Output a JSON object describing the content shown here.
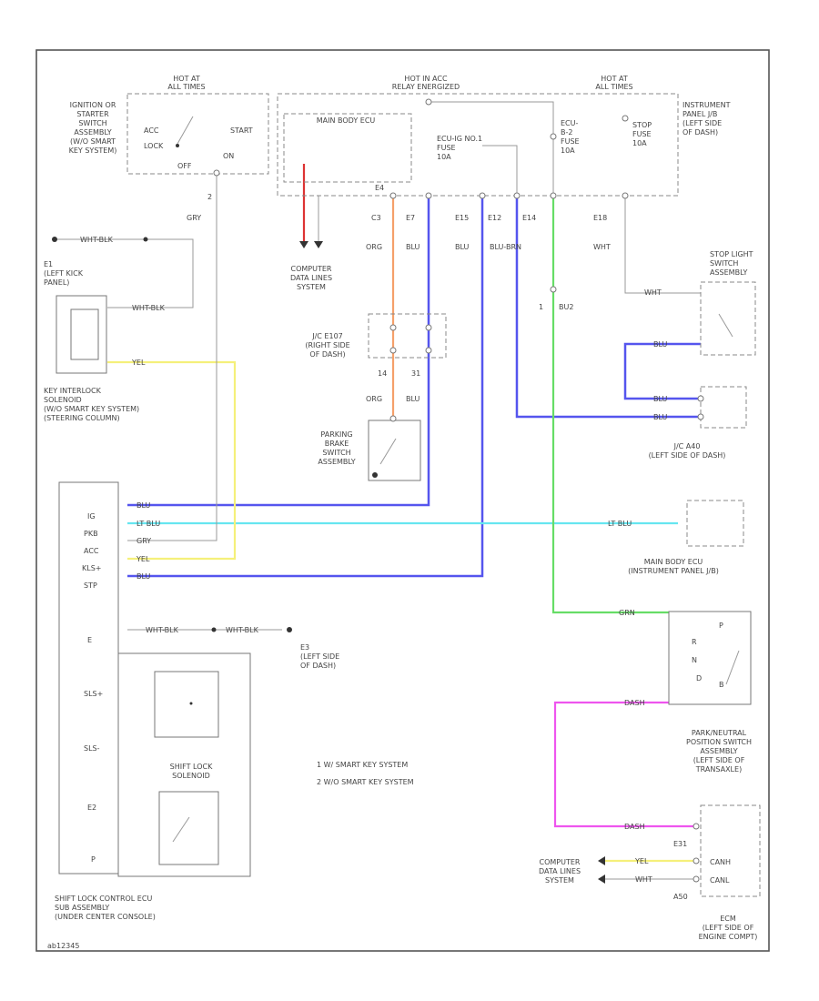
{
  "title_hot": {
    "left": [
      "HOT AT",
      "ALL TIMES"
    ],
    "mid": [
      "HOT IN ACC",
      "RELAY ENERGIZED"
    ],
    "right": [
      "HOT AT",
      "ALL TIMES"
    ]
  },
  "ignition": [
    "IGNITION OR",
    "STARTER",
    "SWITCH",
    "ASSEMBLY",
    "(W/O SMART",
    "KEY SYSTEM)"
  ],
  "ignition_pos": {
    "acc": "ACC",
    "lock": "LOCK",
    "start": "START",
    "on": "ON",
    "off": "OFF"
  },
  "main_body_ecu": "MAIN BODY ECU",
  "fuses": {
    "ecu_ig": [
      "ECU-IG NO.1",
      "FUSE",
      "10A"
    ],
    "ecu_b": [
      "ECU-",
      "B-2",
      "FUSE",
      "10A"
    ],
    "stop": [
      "STOP",
      "FUSE",
      "10A"
    ]
  },
  "instrument_panel": [
    "INSTRUMENT",
    "PANEL J/B",
    "(LEFT SIDE",
    "OF DASH)"
  ],
  "connectors": {
    "c3": "C3",
    "e7": "E7",
    "e15": "E15",
    "e12": "E12",
    "e14": "E14",
    "e18": "E18",
    "e4": "E4",
    "j14": "14",
    "j31": "31",
    "n1": "1",
    "n2": "2"
  },
  "wire_colors": {
    "gry": "GRY",
    "org": "ORG",
    "blu": "BLU",
    "blu_brn": "BLU-BRN",
    "wht": "WHT",
    "wht_blk": "WHT-BLK",
    "yel": "YEL",
    "lt_blu": "LT BLU",
    "grn": "GRN",
    "grn_blk": "GRN",
    "bu2": "BU2",
    "dash_pink": "DASH"
  },
  "computer_data_lines": [
    "COMPUTER",
    "DATA LINES",
    "SYSTEM"
  ],
  "e1": [
    "E1",
    "(LEFT KICK",
    "PANEL)"
  ],
  "key_interlock": [
    "KEY INTERLOCK",
    "SOLENOID",
    "(W/O SMART KEY SYSTEM)",
    "(STEERING COLUMN)"
  ],
  "jc_right": [
    "J/C E107",
    "(RIGHT SIDE",
    "OF DASH)"
  ],
  "parking_brake": [
    "PARKING",
    "BRAKE",
    "SWITCH",
    "ASSEMBLY"
  ],
  "stop_light": [
    "STOP LIGHT",
    "SWITCH",
    "ASSEMBLY"
  ],
  "jc_left": [
    "J/C A40",
    "(LEFT SIDE OF DASH)"
  ],
  "main_body_ip": [
    "MAIN BODY ECU",
    "(INSTRUMENT PANEL J/B)"
  ],
  "ecu_pins": [
    "IG",
    "PKB",
    "ACC",
    "KLS+",
    "STP",
    "",
    "E"
  ],
  "e3": [
    "E3",
    "(LEFT SIDE",
    "OF DASH)"
  ],
  "solenoid_pins": [
    "SLS+",
    "SLS-",
    "E2",
    "P"
  ],
  "shift_lock_solenoid": [
    "SHIFT LOCK",
    "SOLENOID"
  ],
  "shift_lock_ecu": [
    "SHIFT LOCK CONTROL ECU",
    "SUB ASSEMBLY",
    "(UNDER CENTER CONSOLE)"
  ],
  "notes": [
    "1  W/ SMART KEY SYSTEM",
    "2  W/O SMART KEY SYSTEM"
  ],
  "park_neutral": [
    "PARK/NEUTRAL",
    "POSITION SWITCH",
    "ASSEMBLY",
    "(LEFT SIDE OF",
    "TRANSAXLE)"
  ],
  "pn_pos": [
    "P",
    "R",
    "N",
    "D",
    "B"
  ],
  "ecm": [
    "ECM",
    "(LEFT SIDE OF",
    "ENGINE COMPT)"
  ],
  "ecm_pins": [
    "E31",
    "CANH",
    "CANL",
    "A50"
  ],
  "footer_code": "ab12345",
  "colors": {
    "orange": "#f5a06a",
    "blue": "#5555ee",
    "yellow": "#f5f07a",
    "cyan": "#66e6f0",
    "green": "#66dd66",
    "magenta": "#ee55ee",
    "red": "#dd3333"
  }
}
